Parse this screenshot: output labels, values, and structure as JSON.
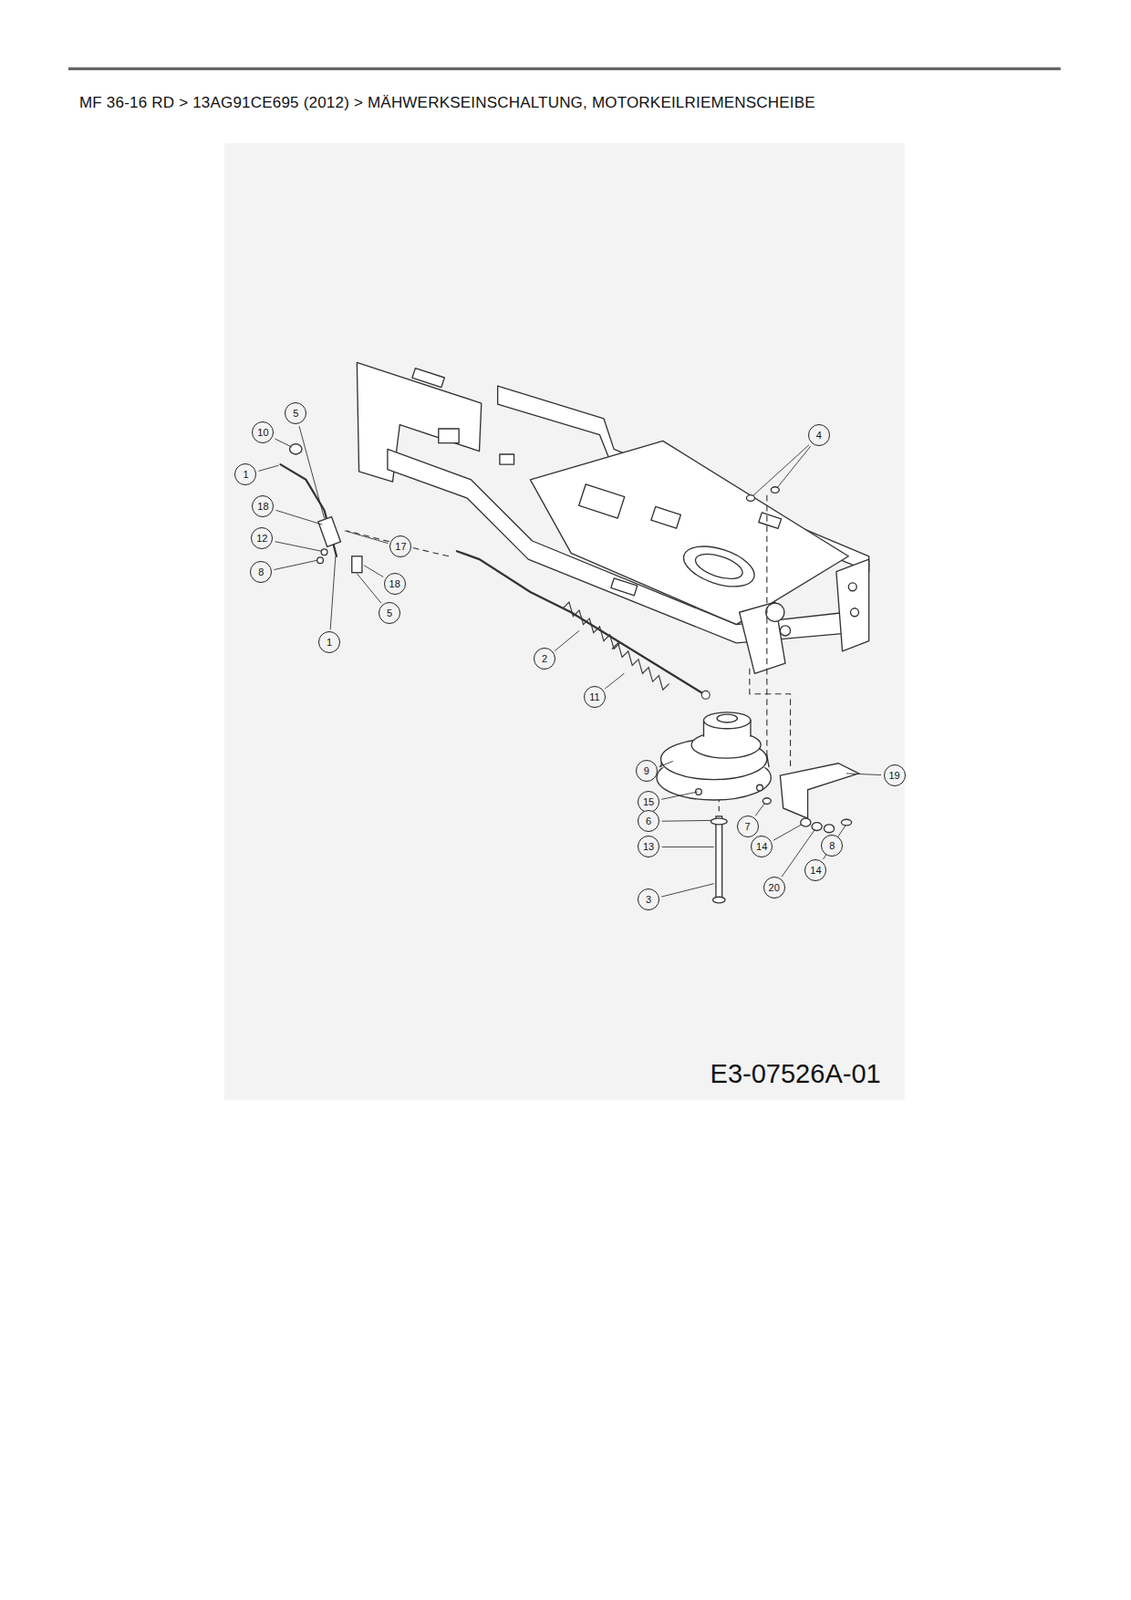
{
  "diagram": {
    "title": "MF 36-16 RD  >  13AG91CE695 (2012)  >  MÄHWERKSEINSCHALTUNG, MOTORKEILRIEMENSCHEIBE",
    "labels": [
      "5",
      "10",
      "4",
      "1",
      "18",
      "12",
      "17",
      "8",
      "18",
      "5",
      "1",
      "2",
      "11",
      "9",
      "19",
      "15",
      "6",
      "7",
      "13",
      "14",
      "8",
      "20",
      "14",
      "3",
      "E3-07526A-01"
    ]
  }
}
